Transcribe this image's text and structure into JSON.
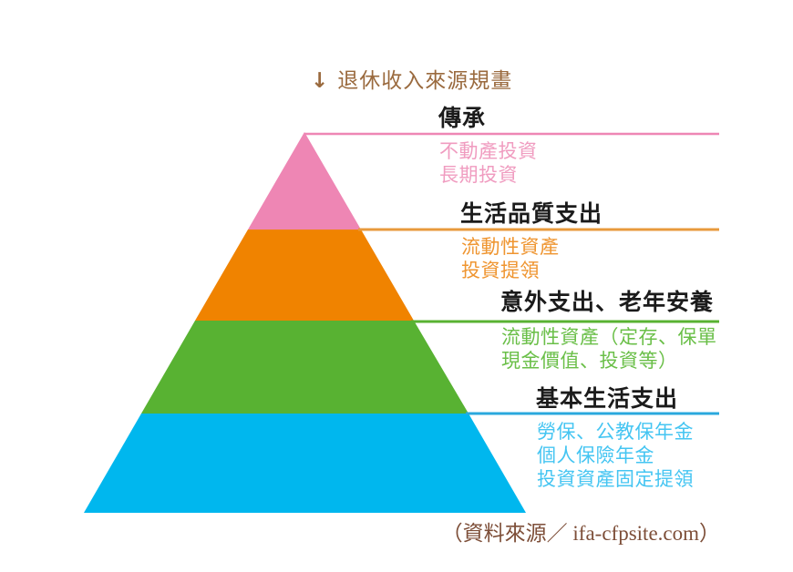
{
  "title": {
    "arrow": "↓",
    "text": "退休收入來源規畫",
    "color": "#9a6a3e"
  },
  "tiers": [
    {
      "name": "legacy",
      "label": "傳承",
      "items": [
        "不動產投資",
        "長期投資"
      ],
      "colors": {
        "fill": "#ee86b4",
        "line": "#ee86b4",
        "text": "#f09cc0"
      }
    },
    {
      "name": "quality-of-life-expenses",
      "label": "生活品質支出",
      "items": [
        "流動性資產",
        "投資提領"
      ],
      "colors": {
        "fill": "#f08300",
        "line": "#e89a3c",
        "text": "#ef9530"
      }
    },
    {
      "name": "unexpected-expenses-elder-care",
      "label": "意外支出、老年安養",
      "items": [
        "流動性資產（定存、保單",
        "現金價值、投資等）"
      ],
      "colors": {
        "fill": "#58b232",
        "line": "#58b232",
        "text": "#6abf48"
      }
    },
    {
      "name": "basic-living-expenses",
      "label": "基本生活支出",
      "items": [
        "勞保、公教保年金",
        "個人保險年金",
        "投資資產固定提領"
      ],
      "colors": {
        "fill": "#00b7ee",
        "line": "#2aa8dd",
        "text": "#45c5f2"
      }
    }
  ],
  "source": "（資料來源／ ifa-cfpsite.com）",
  "source_color": "#7d4e38",
  "label_color": "#1b1b1b"
}
